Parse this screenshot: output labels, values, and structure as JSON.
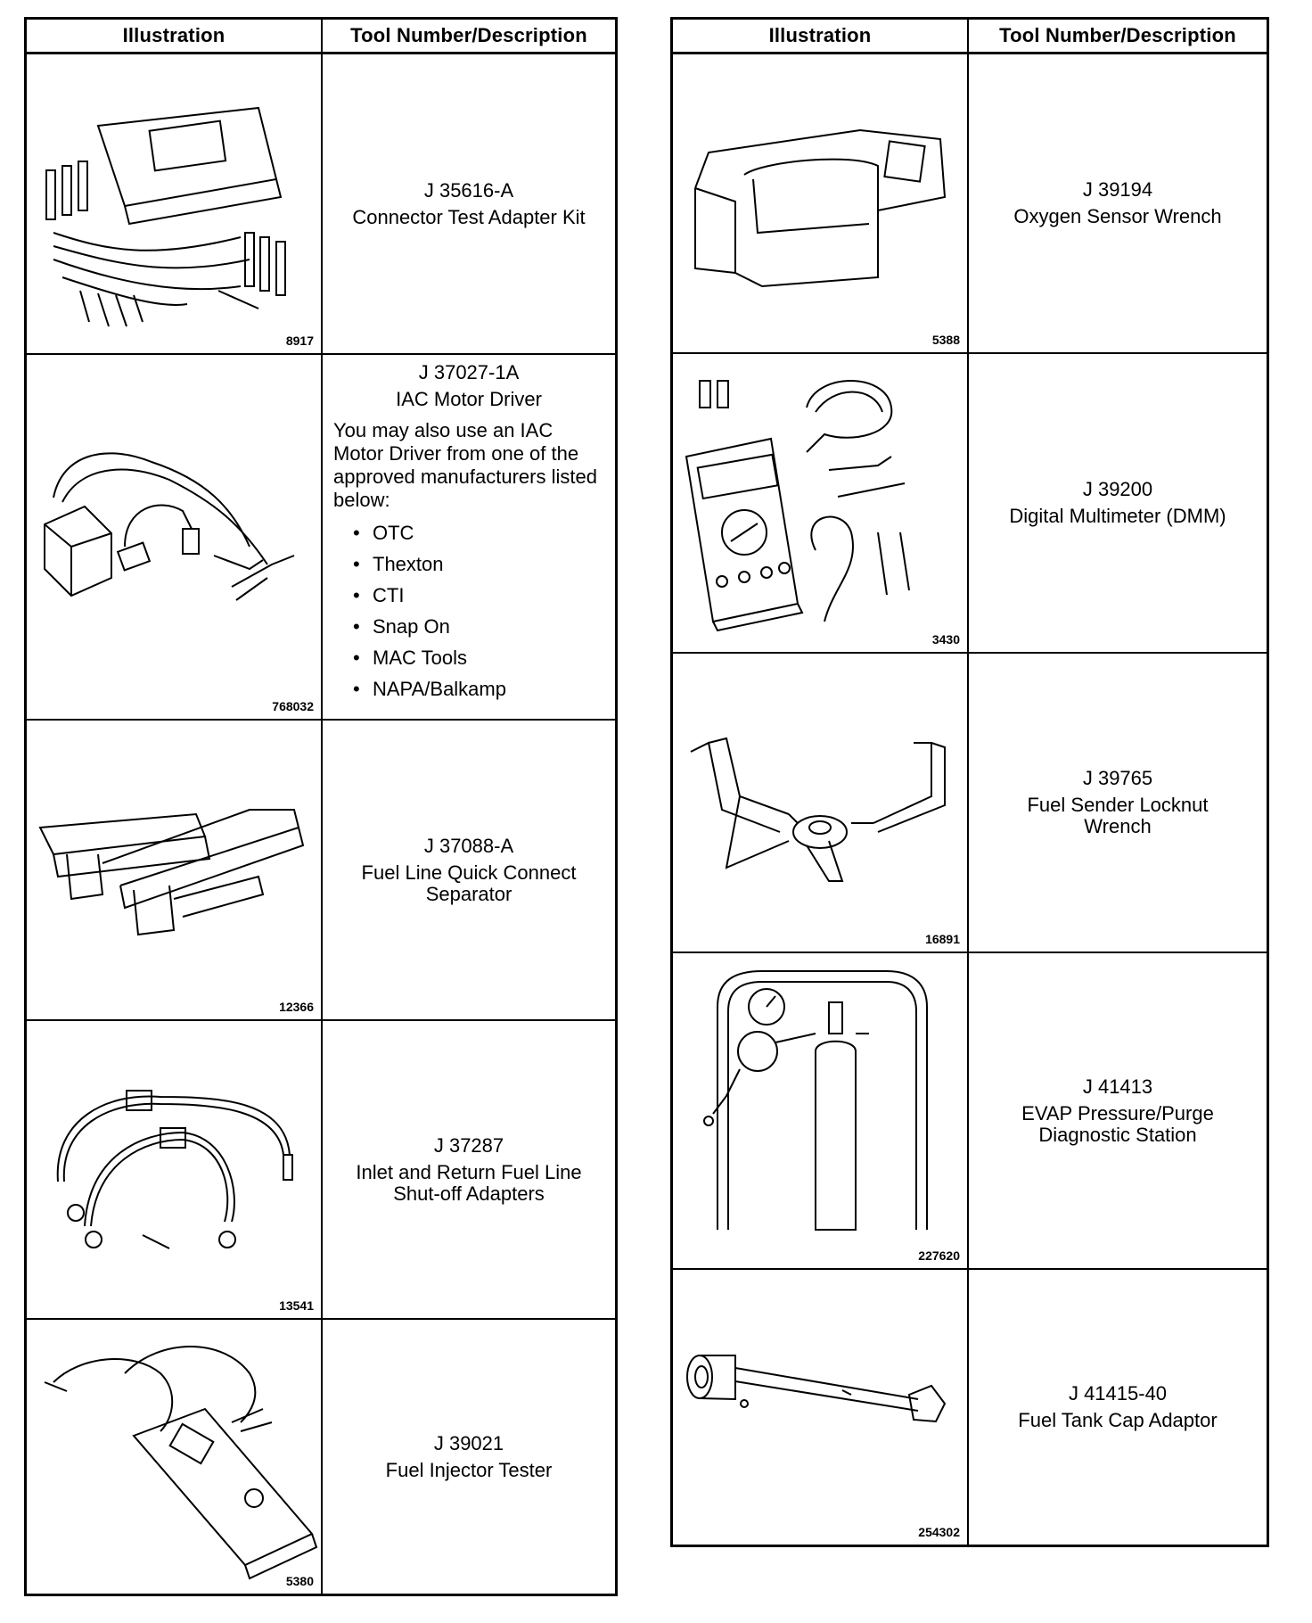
{
  "headers": {
    "illustration": "Illustration",
    "description": "Tool Number/Description"
  },
  "left_rows": [
    {
      "tool_number": "J 35616-A",
      "description": "Connector Test Adapter Kit",
      "figure": "8917",
      "icon": "connector-test-adapter-kit-icon"
    },
    {
      "tool_number": "J 37027-1A",
      "description": "IAC Motor Driver",
      "figure": "768032",
      "icon": "iac-motor-driver-icon",
      "note": "You may also use an IAC Motor Driver from one of the approved manufacturers listed below:",
      "manufacturers": [
        "OTC",
        "Thexton",
        "CTI",
        "Snap On",
        "MAC Tools",
        "NAPA/Balkamp"
      ]
    },
    {
      "tool_number": "J 37088-A",
      "description": "Fuel Line Quick Connect Separator",
      "figure": "12366",
      "icon": "quick-connect-separator-icon"
    },
    {
      "tool_number": "J 37287",
      "description": "Inlet and Return Fuel Line Shut-off Adapters",
      "figure": "13541",
      "icon": "fuel-line-adapters-icon"
    },
    {
      "tool_number": "J 39021",
      "description": "Fuel Injector Tester",
      "figure": "5380",
      "icon": "fuel-injector-tester-icon"
    }
  ],
  "right_rows": [
    {
      "tool_number": "J 39194",
      "description": "Oxygen Sensor Wrench",
      "figure": "5388",
      "icon": "oxygen-sensor-wrench-icon"
    },
    {
      "tool_number": "J 39200",
      "description": "Digital Multimeter (DMM)",
      "figure": "3430",
      "icon": "digital-multimeter-icon"
    },
    {
      "tool_number": "J 39765",
      "description": "Fuel Sender Locknut Wrench",
      "figure": "16891",
      "icon": "locknut-wrench-icon"
    },
    {
      "tool_number": "J 41413",
      "description": "EVAP Pressure/Purge Diagnostic Station",
      "figure": "227620",
      "icon": "evap-station-icon"
    },
    {
      "tool_number": "J 41415-40",
      "description": "Fuel Tank Cap Adaptor",
      "figure": "254302",
      "icon": "fuel-tank-cap-adaptor-icon"
    }
  ]
}
